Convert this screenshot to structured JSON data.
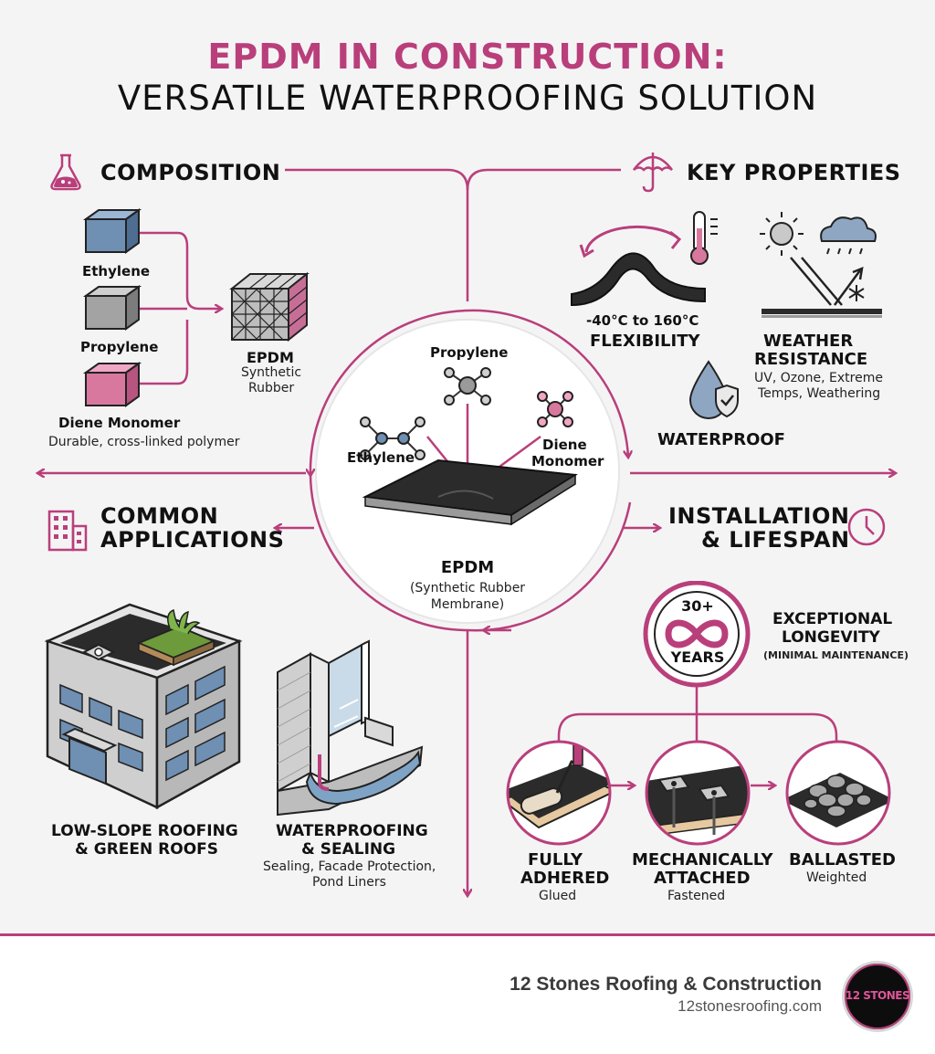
{
  "title": {
    "line1": "EPDM IN CONSTRUCTION:",
    "line2": "VERSATILE WATERPROOFING SOLUTION"
  },
  "colors": {
    "accent": "#b93f7b",
    "dark": "#2b2b2b",
    "blue": "#6e8fb3",
    "gray": "#9a9a9a",
    "pink": "#d9789f"
  },
  "composition": {
    "heading": "COMPOSITION",
    "icon": "flask-icon",
    "ethylene": "Ethylene",
    "propylene": "Propylene",
    "diene": "Diene Monomer",
    "note": "Durable, cross-linked polymer",
    "result_title": "EPDM",
    "result_sub1": "Synthetic",
    "result_sub2": "Rubber"
  },
  "properties": {
    "heading": "KEY PROPERTIES",
    "icon": "umbrella-icon",
    "flex_range": "-40°C to 160°C",
    "flex_label": "FLEXIBILITY",
    "weather_title1": "WEATHER",
    "weather_title2": "RESISTANCE",
    "weather_sub1": "UV, Ozone, Extreme",
    "weather_sub2": "Temps, Weathering",
    "waterproof": "WATERPROOF"
  },
  "center": {
    "propylene": "Propylene",
    "ethylene": "Ethylene",
    "diene1": "Diene",
    "diene2": "Monomer",
    "title": "EPDM",
    "sub1": "(Synthetic Rubber",
    "sub2": "Membrane)"
  },
  "applications": {
    "heading1": "COMMON",
    "heading2": "APPLICATIONS",
    "icon": "building-icon",
    "roof1": "LOW-SLOPE ROOFING",
    "roof2": "& GREEN ROOFS",
    "wp1": "WATERPROOFING",
    "wp2": "& SEALING",
    "wp_sub1": "Sealing, Facade Protection,",
    "wp_sub2": "Pond Liners"
  },
  "installation": {
    "heading1": "INSTALLATION",
    "heading2": "& LIFESPAN",
    "icon": "clock-icon",
    "years_top": "30+",
    "years_bottom": "YEARS",
    "long1": "EXCEPTIONAL",
    "long2": "LONGEVITY",
    "long_sub": "(MINIMAL MAINTENANCE)",
    "m1a": "FULLY",
    "m1b": "ADHERED",
    "m1s": "Glued",
    "m2a": "MECHANICALLY",
    "m2b": "ATTACHED",
    "m2s": "Fastened",
    "m3a": "BALLASTED",
    "m3s": "Weighted"
  },
  "footer": {
    "company": "12 Stones Roofing & Construction",
    "url": "12stonesroofing.com",
    "logo": "12 STONES"
  }
}
